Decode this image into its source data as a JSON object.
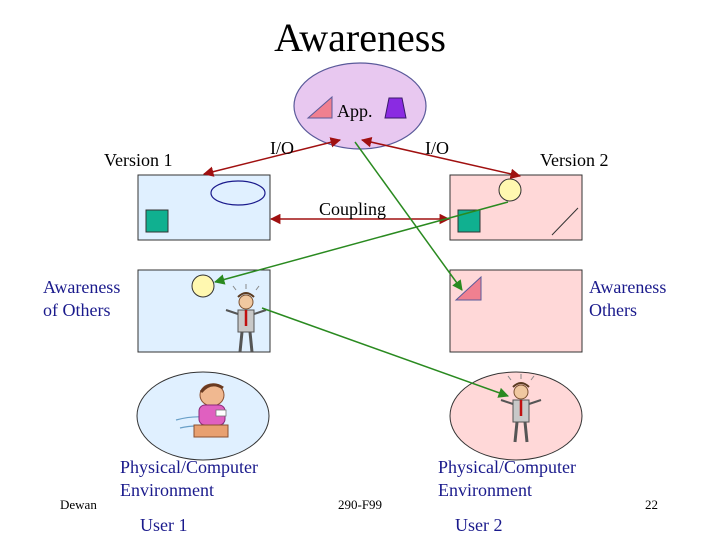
{
  "title": "Awareness",
  "labels": {
    "app": "App.",
    "io_left": "I/O",
    "io_right": "I/O",
    "version1": "Version 1",
    "version2": "Version 2",
    "coupling": "Coupling",
    "awareness_of_others": [
      "Awareness",
      "of Others"
    ],
    "awareness_others": [
      "Awareness",
      "Others"
    ],
    "physical_left": [
      "Physical/Computer",
      "Environment"
    ],
    "physical_right": [
      "Physical/Computer",
      "Environment"
    ],
    "user1": "User 1",
    "user2": "User 2"
  },
  "footer": {
    "author": "Dewan",
    "course": "290-F99",
    "page": "22"
  },
  "colors": {
    "blue_screen": "#e0f0ff",
    "pink_screen": "#ffd8d8",
    "app_ellipse": "#e8c8f0",
    "arrow_red": "#a01010",
    "arrow_green": "#2a8a20",
    "label_blue": "#1a1a8c",
    "teal_square": "#10b090",
    "yellow_circle": "#fff8b0",
    "purple_trapezoid": "#8a2be2",
    "pink_triangle": "#f08090"
  }
}
